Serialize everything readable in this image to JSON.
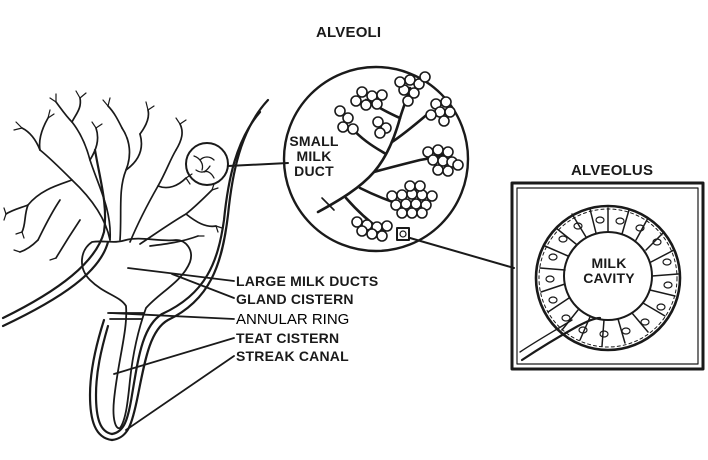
{
  "labels": {
    "alveoli": "ALVEOLI",
    "alveolus": "ALVEOLUS",
    "small_milk_duct": [
      "SMALL",
      "MILK",
      "DUCT"
    ],
    "milk_cavity": [
      "MILK",
      "CAVITY"
    ],
    "large_milk_ducts": "LARGE MILK DUCTS",
    "gland_cistern": "GLAND CISTERN",
    "annular_ring": "ANNULAR RING",
    "teat_cistern": "TEAT CISTERN",
    "streak_canal": "STREAK CANAL"
  },
  "colors": {
    "ink": "#1a1a1a",
    "background": "#ffffff"
  }
}
